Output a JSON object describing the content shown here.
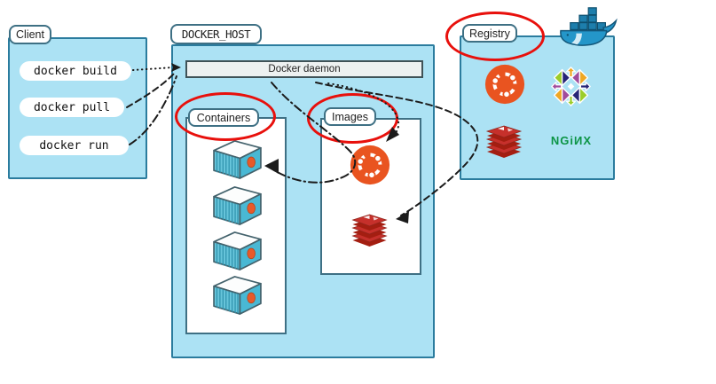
{
  "title": "Docker architecture diagram",
  "client": {
    "label": "Client",
    "commands": [
      {
        "id": "docker-build",
        "label": "docker build"
      },
      {
        "id": "docker-pull",
        "label": "docker pull"
      },
      {
        "id": "docker-run",
        "label": "docker run"
      }
    ]
  },
  "docker_host": {
    "label": "DOCKER_HOST",
    "daemon_label": "Docker daemon",
    "containers": {
      "label": "Containers",
      "container_count": 4
    },
    "images": {
      "label": "Images",
      "items": [
        "ubuntu",
        "redis"
      ]
    }
  },
  "registry": {
    "label": "Registry",
    "items": [
      "ubuntu",
      "centos",
      "redis",
      "nginx"
    ],
    "nginx_text": "NGiИX"
  },
  "annotations": {
    "highlight_color": "#E8100C",
    "highlighted_labels": [
      "Containers",
      "Images",
      "Registry"
    ]
  },
  "connectors": [
    {
      "from": "docker build",
      "to": "Docker daemon",
      "style": "dotted"
    },
    {
      "from": "Docker daemon",
      "to": "ubuntu image (Images)",
      "style": "dotted"
    },
    {
      "from": "docker pull",
      "to": "Registry redis → Images redis",
      "style": "dashed"
    },
    {
      "from": "docker run",
      "to": "ubuntu image → container",
      "style": "dash-dot"
    }
  ],
  "icons": {
    "whale": "docker-whale-icon",
    "container": "shipping-container-icon",
    "ubuntu": "ubuntu-logo-icon",
    "redis": "redis-logo-icon",
    "centos": "centos-logo-icon",
    "nginx": "nginx-wordmark"
  },
  "colors": {
    "panel_fill": "#ACE2F4",
    "panel_border": "#2B7C9E",
    "daemon_fill": "#EDF1F1",
    "connector": "#1B1B1B",
    "ubuntu_orange": "#E95420",
    "redis_red": "#C6302B",
    "nginx_green": "#0B9444",
    "whale_blue": "#2496C9"
  }
}
